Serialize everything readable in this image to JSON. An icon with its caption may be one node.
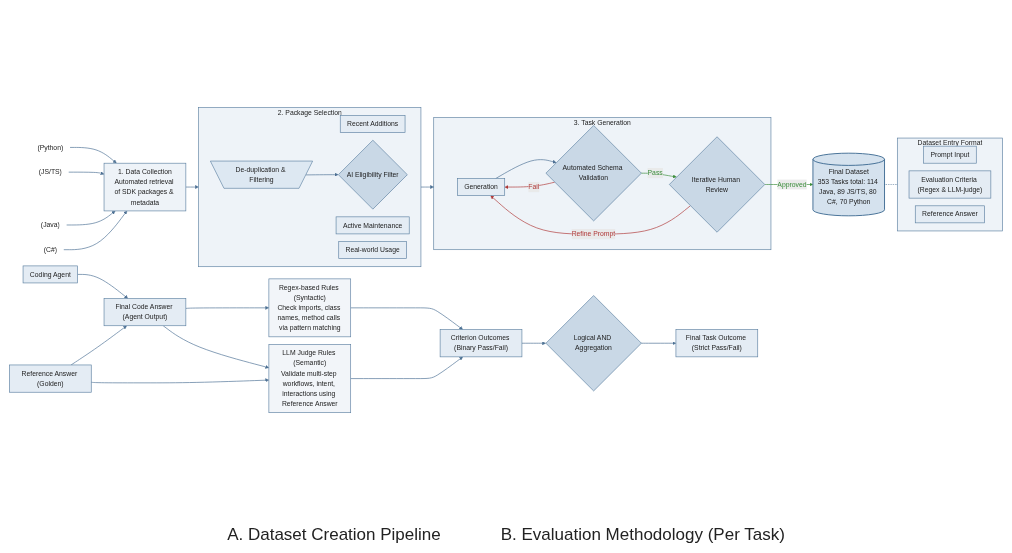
{
  "diagram": {
    "nodes": [
      {
        "text": [
          "(Python)"
        ]
      },
      {
        "text": [
          "(JS/TS)"
        ]
      },
      {
        "text": [
          "(Java)"
        ]
      },
      {
        "text": [
          "(C#)"
        ]
      },
      {
        "text": [
          "1. Data Collection",
          "Automated retrieval of SDK packages & metadata"
        ]
      },
      {
        "text": [
          "2. Package Selection"
        ]
      },
      {
        "text": [
          "Recent Additions"
        ],
        "in": 5
      },
      {
        "text": [
          "Active Maintenance"
        ],
        "in": 5
      },
      {
        "text": [
          "Real-world Usage"
        ],
        "in": 5
      },
      {
        "text": [
          "De-duplication & Filtering"
        ],
        "in": 5
      },
      {
        "text": [
          "AI Eligibility Filter"
        ],
        "in": 5
      },
      {
        "text": [
          "3. Task Generation"
        ]
      },
      {
        "text": [
          "Generation"
        ],
        "in": 11
      },
      {
        "text": [
          "Automated Schema Validation"
        ],
        "in": 11
      },
      {
        "text": [
          "Iterative Human Review"
        ],
        "in": 11
      },
      {
        "text": [
          "Final Dataset",
          "353 Tasks total: 114 Java, 89 JS/TS, 80 C#, 70 Python"
        ]
      },
      {
        "text": [
          "Dataset Entry Format"
        ]
      },
      {
        "text": [
          "Prompt Input"
        ],
        "in": 16
      },
      {
        "text": [
          "Evaluation Criteria (Regex & LLM-judge)"
        ],
        "in": 16
      },
      {
        "text": [
          "Reference Answer"
        ],
        "in": 16
      },
      {
        "text": [
          "Coding Agent"
        ]
      },
      {
        "text": [
          "Final Code Answer (Agent Output)"
        ]
      },
      {
        "text": [
          "Reference Answer (Golden)"
        ]
      },
      {
        "text": [
          "Regex-based Rules (Syntactic)",
          "Check imports, class names, method calls via pattern matching"
        ]
      },
      {
        "text": [
          "LLM Judge Rules (Semantic)",
          "Validate multi-step workflows, intent, interactions using Reference Answer"
        ]
      },
      {
        "text": [
          "Criterion Outcomes (Binary Pass/Fail)"
        ]
      },
      {
        "text": [
          "Logical AND Aggregation"
        ]
      },
      {
        "text": [
          "Final Task Outcome (Strict Pass/Fail)"
        ]
      }
    ],
    "edges": [
      {
        "from": 0,
        "to": 4,
        "arrow": "to"
      },
      {
        "from": 1,
        "to": 4,
        "arrow": "to"
      },
      {
        "from": 2,
        "to": 4,
        "arrow": "to"
      },
      {
        "from": 3,
        "to": 4,
        "arrow": "to"
      },
      {
        "from": 4,
        "to": 5,
        "arrow": "to"
      },
      {
        "from": 9,
        "to": 10,
        "arrow": "to"
      },
      {
        "from": 5,
        "to": 11,
        "arrow": "to"
      },
      {
        "from": 12,
        "to": 13,
        "arrow": "to"
      },
      {
        "from": 13,
        "to": 14,
        "label": "Pass",
        "arrow": "to",
        "color": "#3f8f3f"
      },
      {
        "from": 13,
        "to": 12,
        "label": "Fail",
        "arrow": "to",
        "color": "#b03a3a"
      },
      {
        "from": 14,
        "to": 12,
        "label": "Refine Prompt",
        "arrow": "to",
        "color": "#b03a3a"
      },
      {
        "from": 14,
        "to": 15,
        "label": "Approved",
        "arrow": "to",
        "color": "#3f8f3f"
      },
      {
        "from": 15,
        "to": 16,
        "arrow": "none",
        "style": "dashed"
      },
      {
        "from": 20,
        "to": 21,
        "arrow": "to"
      },
      {
        "from": 22,
        "to": 21,
        "arrow": "to"
      },
      {
        "from": 21,
        "to": 23,
        "arrow": "to"
      },
      {
        "from": 21,
        "to": 24,
        "arrow": "to"
      },
      {
        "from": 22,
        "to": 24,
        "arrow": "to"
      },
      {
        "from": 23,
        "to": 25,
        "arrow": "to"
      },
      {
        "from": 24,
        "to": 25,
        "arrow": "to"
      },
      {
        "from": 25,
        "to": 26,
        "arrow": "to"
      },
      {
        "from": 26,
        "to": 27,
        "arrow": "to"
      }
    ],
    "labels": [
      "A. Dataset Creation Pipeline",
      "B. Evaluation Methodology (Per Task)"
    ]
  }
}
